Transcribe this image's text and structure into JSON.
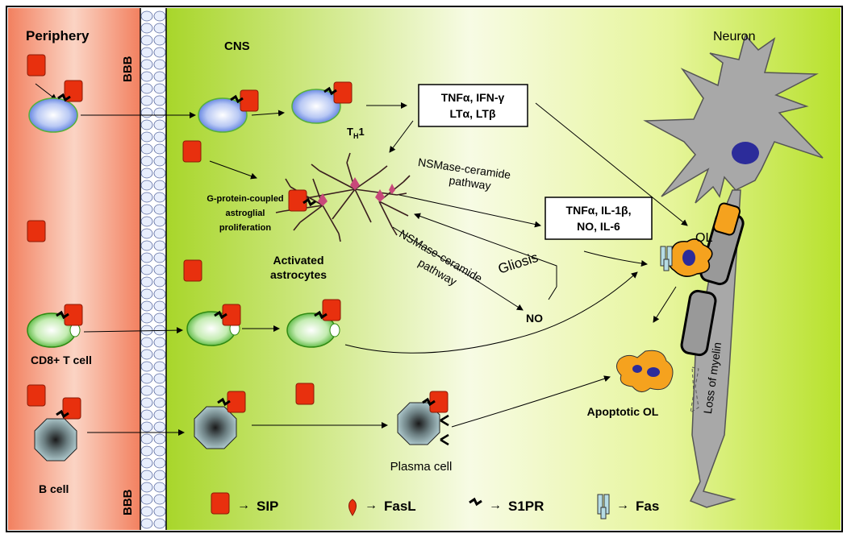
{
  "regions": {
    "periphery": "Periphery",
    "cns": "CNS",
    "bbb_top": "BBB",
    "bbb_bottom": "BBB"
  },
  "cells": {
    "th1_main": "T",
    "th1_sub": "H",
    "th1_tail": "1",
    "cd8": "CD8+ T cell",
    "b_cell": "B cell",
    "plasma": "Plasma cell",
    "neuron": "Neuron",
    "ol": "OL",
    "apoptotic_ol": "Apoptotic OL",
    "astrocytes_line1": "Activated",
    "astrocytes_line2": "astrocytes"
  },
  "boxes": {
    "th1_cytokines_line1": "TNFα, IFN-γ",
    "th1_cytokines_line2": "LTα, LTβ",
    "astro_cytokines_line1": "TNFα, IL-1β,",
    "astro_cytokines_line2": "NO, IL-6"
  },
  "labels": {
    "gpcr_line1": "G-protein-coupled",
    "gpcr_line2": "astroglial",
    "gpcr_line3": "proliferation",
    "nsmase_top_line1": "NSMase-ceramide",
    "nsmase_top_line2": "pathway",
    "nsmase_bottom_line1": "NSMase-ceramide",
    "nsmase_bottom_line2": "pathway",
    "gliosis": "Gliosis",
    "no": "NO",
    "loss_of_myelin": "Loss of myelin"
  },
  "legend": {
    "sip": "SIP",
    "fasl": "FasL",
    "s1pr": "S1PR",
    "fas": "Fas",
    "arrow": "→"
  },
  "colors": {
    "periphery": "#f4967a",
    "cns_dark": "#a8d62a",
    "sip_red": "#e8300e",
    "lymph_blue": "#5a7fe0",
    "lymph_green": "#4fb82e",
    "bcell": "#a8c8cc",
    "neuron": "#a8a8a8",
    "ol_orange": "#f5a21e"
  }
}
